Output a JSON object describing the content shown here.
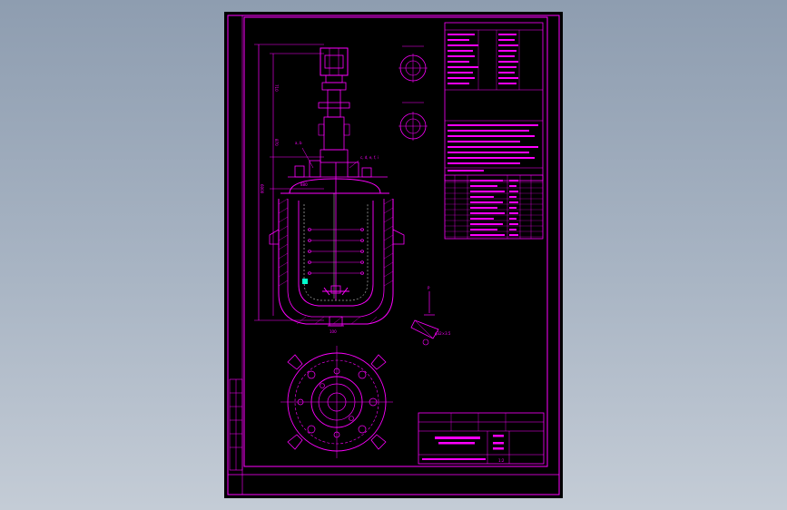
{
  "app": {
    "title": "",
    "background_color": "#9aa8b8"
  },
  "drawing": {
    "line_color": "#ff00ff",
    "sheet_color": "#000000",
    "accent_color": "#00ffcc",
    "dimensions": {
      "d1": "710",
      "d2": "870",
      "d3": "880",
      "d4": "6000",
      "bottom": "100",
      "detail": "φ32×3.5"
    },
    "callouts": {
      "top_nozzles": "a, b",
      "side_nozzles": "c, d, e, f, i",
      "section": "P"
    },
    "parts_table_rows": 11,
    "title_block": {
      "scale": "1:2"
    }
  }
}
